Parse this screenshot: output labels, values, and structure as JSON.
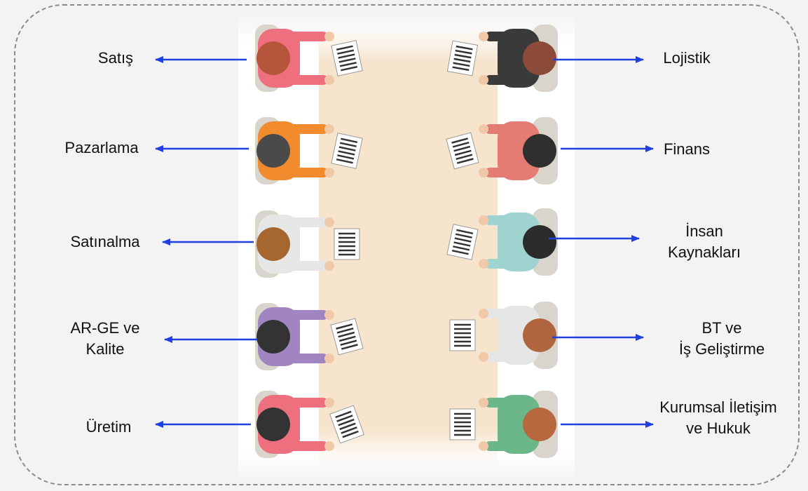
{
  "departments": {
    "left": [
      {
        "lines": [
          "Satış"
        ]
      },
      {
        "lines": [
          "Pazarlama"
        ]
      },
      {
        "lines": [
          "Satınalma"
        ]
      },
      {
        "lines": [
          "AR-GE ve",
          "Kalite"
        ]
      },
      {
        "lines": [
          "Üretim"
        ]
      }
    ],
    "right": [
      {
        "lines": [
          "Lojistik"
        ]
      },
      {
        "lines": [
          "Finans"
        ]
      },
      {
        "lines": [
          "İnsan",
          "Kaynakları"
        ]
      },
      {
        "lines": [
          "BT ve",
          "İş Geliştirme"
        ]
      },
      {
        "lines": [
          "Kurumsal İletişim",
          "ve Hukuk"
        ]
      }
    ]
  },
  "colors": {
    "arrow": "#1f3fe0",
    "frame": "#8a8a8a",
    "table": "#f6e4cc",
    "left_shirts": [
      "#ee6f7d",
      "#f28a2e",
      "#e6e6e6",
      "#a184c2",
      "#ee6f7d"
    ],
    "right_shirts": [
      "#3a3a3a",
      "#e57c73",
      "#9fd3cf",
      "#e6e6e6",
      "#6bb78a"
    ],
    "left_hair": [
      "#b5563c",
      "#4a4a4a",
      "#a5672f",
      "#333333",
      "#333333"
    ],
    "right_hair": [
      "#8b4a3a",
      "#2f2f2f",
      "#2b2b2b",
      "#b0653e",
      "#b8683f"
    ]
  }
}
